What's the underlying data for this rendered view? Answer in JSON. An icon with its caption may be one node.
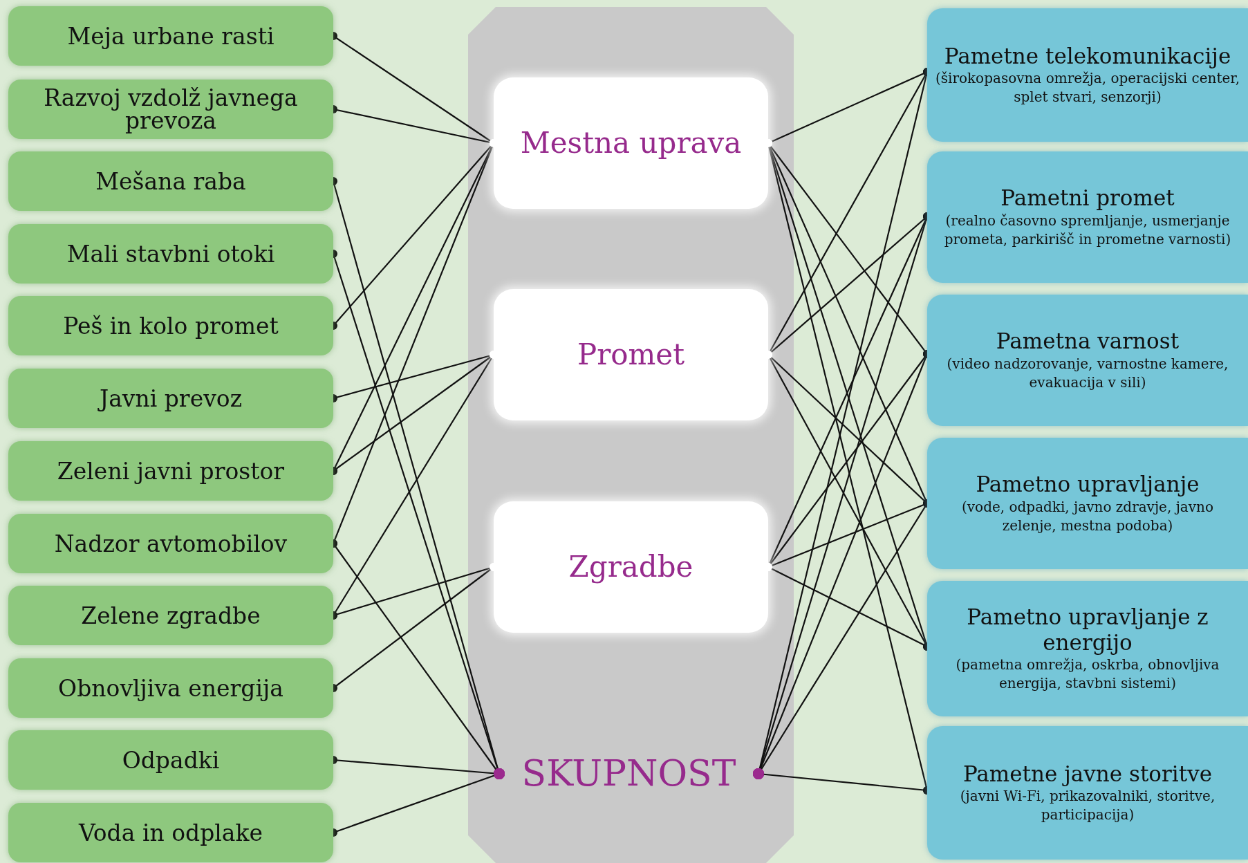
{
  "diagram": {
    "nodes": [
      {
        "text": [
          "Meja urbane rasti"
        ]
      },
      {
        "text": [
          "Razvoj vzdolž javnega prevoza"
        ]
      },
      {
        "text": [
          "Mešana raba"
        ]
      },
      {
        "text": [
          "Mali stavbni otoki"
        ]
      },
      {
        "text": [
          "Peš in kolo promet"
        ]
      },
      {
        "text": [
          "Javni prevoz"
        ]
      },
      {
        "text": [
          "Zeleni javni prostor"
        ]
      },
      {
        "text": [
          "Nadzor avtomobilov"
        ]
      },
      {
        "text": [
          "Zelene zgradbe"
        ]
      },
      {
        "text": [
          "Obnovljiva energija"
        ]
      },
      {
        "text": [
          "Odpadki"
        ]
      },
      {
        "text": [
          "Voda in odplake"
        ]
      },
      {
        "text": [
          "Mestna uprava"
        ]
      },
      {
        "text": [
          "Promet"
        ]
      },
      {
        "text": [
          "Zgradbe"
        ]
      },
      {
        "text": [
          "SKUPNOST"
        ]
      },
      {
        "text": [
          "Pametne telekomunikacije",
          "(širokopasovna omrežja, operacijski center, splet stvari, senzorji)"
        ]
      },
      {
        "text": [
          "Pametni promet",
          "(realno časovno spremljanje, usmerjanje prometa, parkirišč in prometne varnosti)"
        ]
      },
      {
        "text": [
          "Pametna varnost",
          "(video nadzorovanje, varnostne kamere, evakuacija v sili)"
        ]
      },
      {
        "text": [
          "Pametno upravljanje",
          "(vode, odpadki, javno zdravje, javno zelenje, mestna podoba)"
        ]
      },
      {
        "text": [
          "Pametno upravljanje z energijo",
          "(pametna omrežja, oskrba, obnovljiva energija, stavbni sistemi)"
        ]
      },
      {
        "text": [
          "Pametne javne storitve",
          "(javni Wi-Fi, prikazovalniki, storitve, participacija)"
        ]
      }
    ],
    "edges": [
      {
        "from": 0,
        "to": 12,
        "arrow": "other"
      },
      {
        "from": 1,
        "to": 12,
        "arrow": "other"
      },
      {
        "from": 4,
        "to": 12,
        "arrow": "other"
      },
      {
        "from": 6,
        "to": 12,
        "arrow": "other"
      },
      {
        "from": 7,
        "to": 12,
        "arrow": "other"
      },
      {
        "from": 5,
        "to": 13,
        "arrow": "other"
      },
      {
        "from": 6,
        "to": 13,
        "arrow": "other"
      },
      {
        "from": 8,
        "to": 13,
        "arrow": "other"
      },
      {
        "from": 8,
        "to": 14,
        "arrow": "other"
      },
      {
        "from": 9,
        "to": 14,
        "arrow": "other"
      },
      {
        "from": 2,
        "to": 15,
        "arrow": "other"
      },
      {
        "from": 3,
        "to": 15,
        "arrow": "other"
      },
      {
        "from": 7,
        "to": 15,
        "arrow": "other"
      },
      {
        "from": 10,
        "to": 15,
        "arrow": "other"
      },
      {
        "from": 11,
        "to": 15,
        "arrow": "other"
      },
      {
        "from": 16,
        "to": 12,
        "arrow": "other"
      },
      {
        "from": 18,
        "to": 12,
        "arrow": "other"
      },
      {
        "from": 19,
        "to": 12,
        "arrow": "other"
      },
      {
        "from": 20,
        "to": 12,
        "arrow": "other"
      },
      {
        "from": 21,
        "to": 12,
        "arrow": "other"
      },
      {
        "from": 16,
        "to": 13,
        "arrow": "other"
      },
      {
        "from": 17,
        "to": 13,
        "arrow": "other"
      },
      {
        "from": 19,
        "to": 13,
        "arrow": "other"
      },
      {
        "from": 20,
        "to": 13,
        "arrow": "other"
      },
      {
        "from": 17,
        "to": 14,
        "arrow": "other"
      },
      {
        "from": 18,
        "to": 14,
        "arrow": "other"
      },
      {
        "from": 19,
        "to": 14,
        "arrow": "other"
      },
      {
        "from": 20,
        "to": 14,
        "arrow": "other"
      },
      {
        "from": 16,
        "to": 15,
        "arrow": "other"
      },
      {
        "from": 17,
        "to": 15,
        "arrow": "other"
      },
      {
        "from": 18,
        "to": 15,
        "arrow": "other"
      },
      {
        "from": 19,
        "to": 15,
        "arrow": "other"
      },
      {
        "from": 21,
        "to": 15,
        "arrow": "other"
      }
    ]
  }
}
